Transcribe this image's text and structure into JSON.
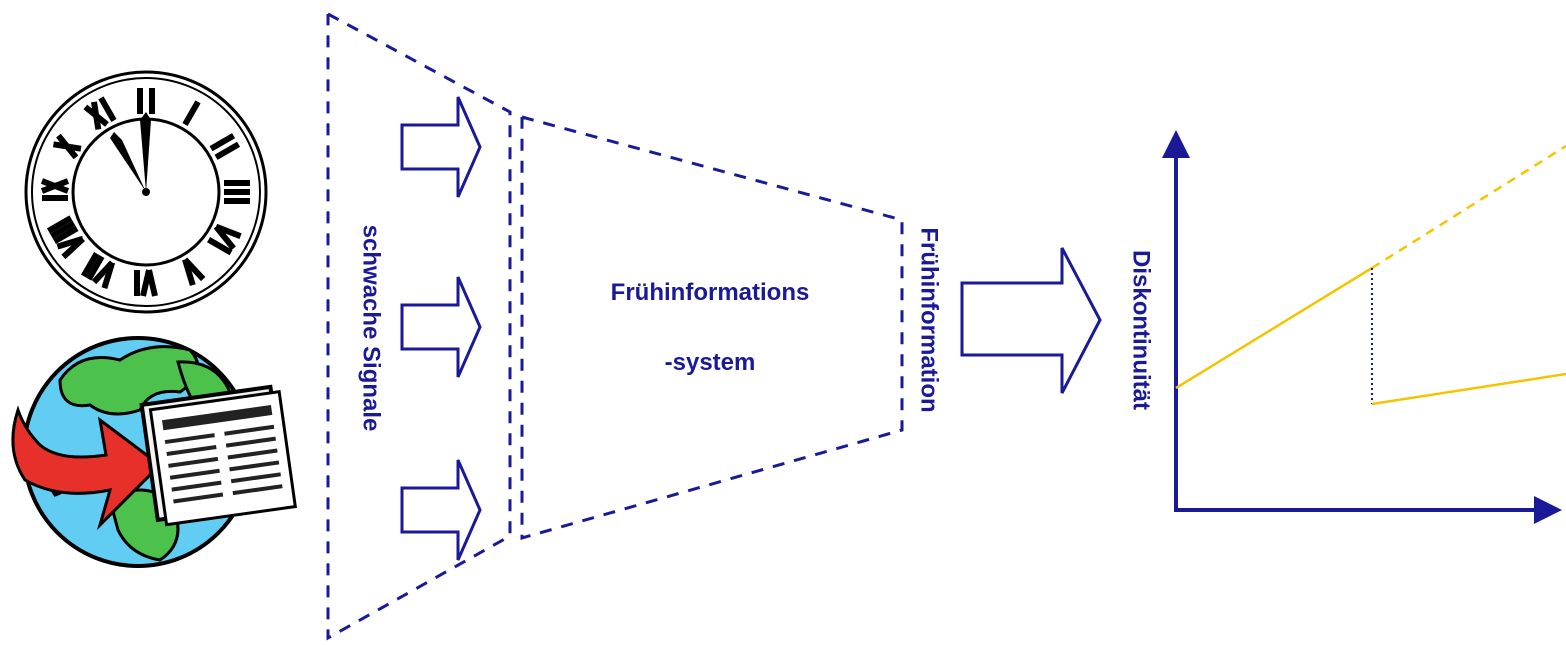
{
  "labels": {
    "input": "schwache Signale",
    "system_line1": "Frühinformations",
    "system_line2": "-system",
    "output": "Frühinformation",
    "yaxis": "Diskontinuität"
  },
  "icons": [
    "clock-icon",
    "globe-newspaper-icon"
  ],
  "colors": {
    "primary": "#1a1a99",
    "trend": "#f5c400",
    "arrow_red": "#e8302a",
    "globe_ocean": "#62cdf2",
    "globe_land": "#4cc24c"
  }
}
